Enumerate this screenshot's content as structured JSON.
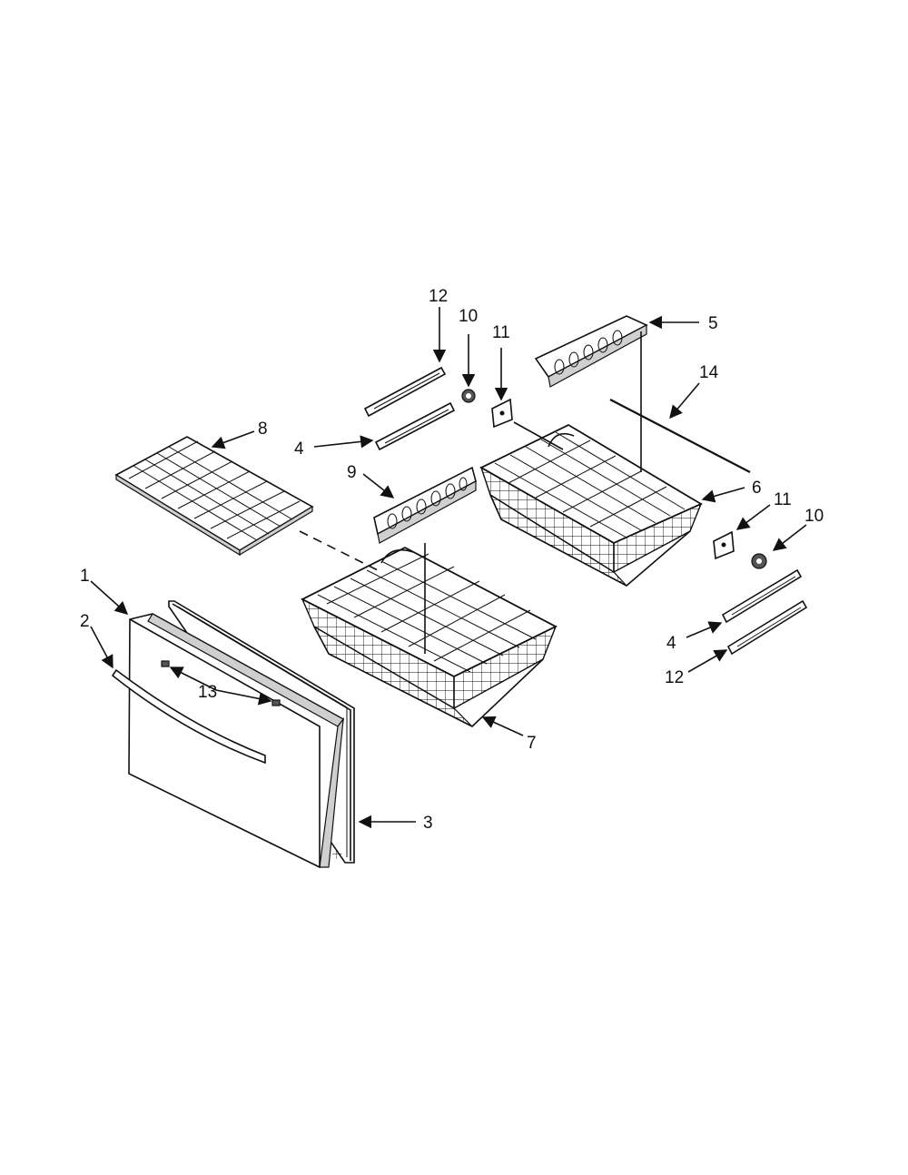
{
  "labels": {
    "l12a": "12",
    "l10a": "10",
    "l11a": "11",
    "l5": "5",
    "l14": "14",
    "l8": "8",
    "l4a": "4",
    "l9": "9",
    "l6": "6",
    "l11b": "11",
    "l10b": "10",
    "l1": "1",
    "l2": "2",
    "l13": "13",
    "l4b": "4",
    "l12b": "12",
    "l7": "7",
    "l3": "3"
  }
}
